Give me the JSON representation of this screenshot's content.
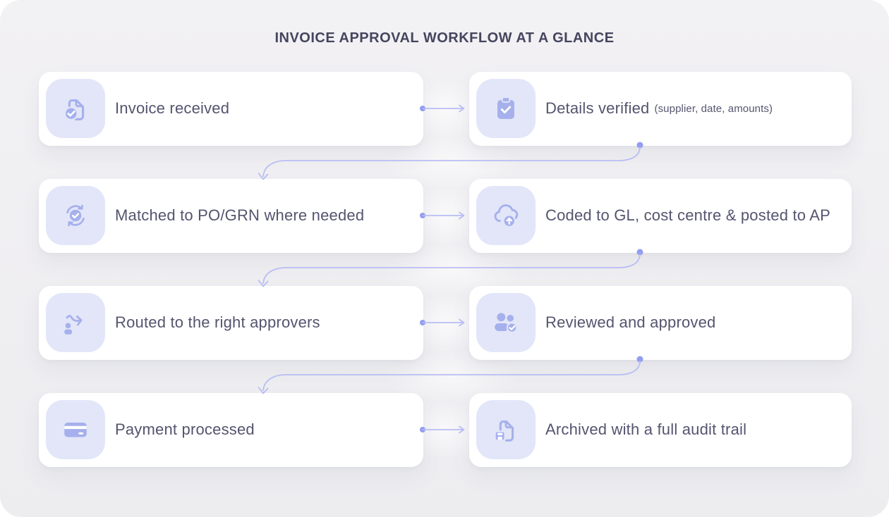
{
  "title": "INVOICE APPROVAL WORKFLOW AT A GLANCE",
  "steps": [
    {
      "label": "Invoice received",
      "icon": "file-check-icon"
    },
    {
      "label": "Details verified",
      "note": "(supplier, date, amounts)",
      "icon": "clipboard-check-icon"
    },
    {
      "label": "Matched to PO/GRN where needed",
      "icon": "sync-check-icon"
    },
    {
      "label": "Coded to GL, cost centre & posted to AP",
      "icon": "cloud-upload-icon"
    },
    {
      "label": "Routed to the right approvers",
      "icon": "route-arrow-icon"
    },
    {
      "label": "Reviewed and approved",
      "icon": "users-check-icon"
    },
    {
      "label": "Payment processed",
      "icon": "credit-card-icon"
    },
    {
      "label": "Archived with a full audit trail",
      "icon": "file-save-icon"
    }
  ],
  "colors": {
    "panel_bg": "#f0eff2",
    "card_bg": "#ffffff",
    "icon_tile": "#e2e6f8",
    "icon_accent": "#a6b0ec",
    "connector_line": "#b8bdf4",
    "connector_dot": "#939df0",
    "title_text": "#45455f",
    "label_text": "#54546f"
  }
}
